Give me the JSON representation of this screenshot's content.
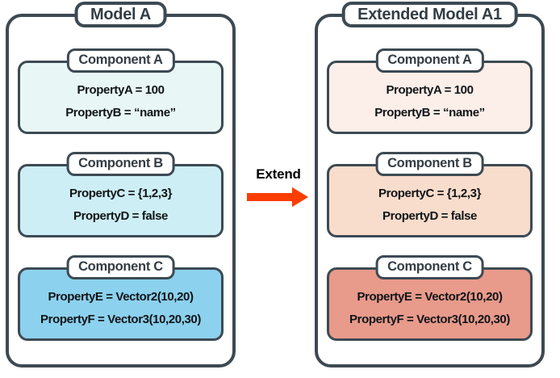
{
  "diagram": {
    "models": [
      {
        "title": "Model A",
        "components": [
          {
            "label": "Component A",
            "bg": "#e8f7f6",
            "lines": [
              "PropertyA = 100",
              "PropertyB = “name”"
            ]
          },
          {
            "label": "Component B",
            "bg": "#cdeef5",
            "lines": [
              "PropertyC = {1,2,3}",
              "PropertyD = false"
            ]
          },
          {
            "label": "Component C",
            "bg": "#8cd1ee",
            "lines": [
              "PropertyE = Vector2(10,20)",
              "PropertyF = Vector3(10,20,30)"
            ]
          }
        ]
      },
      {
        "title": "Extended Model A1",
        "components": [
          {
            "label": "Component A",
            "bg": "#fceee8",
            "lines": [
              "PropertyA = 100",
              "PropertyB = “name”"
            ]
          },
          {
            "label": "Component B",
            "bg": "#f8dccc",
            "lines": [
              "PropertyC = {1,2,3}",
              "PropertyD = false"
            ]
          },
          {
            "label": "Component C",
            "bg": "#e89a8b",
            "lines": [
              "PropertyE = Vector2(10,20)",
              "PropertyF = Vector3(10,20,30)"
            ]
          }
        ]
      }
    ],
    "arrow": {
      "label": "Extend",
      "color": "#fb3d00"
    },
    "colors": {
      "border": "#3d4a53",
      "label_text": "#333d45",
      "property_text": "#101417",
      "background": "#ffffff"
    }
  }
}
